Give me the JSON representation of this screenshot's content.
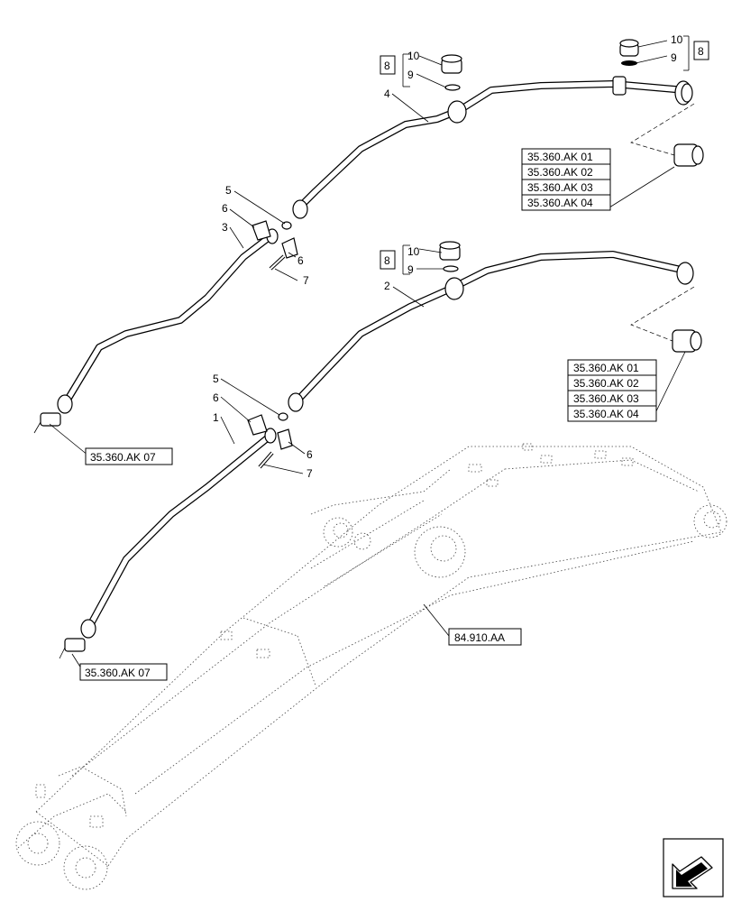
{
  "callouts": {
    "c10a": "10",
    "c9a": "9",
    "c8a": "8",
    "c4": "4",
    "c10b": "10",
    "c9b": "9",
    "c8b": "8",
    "c5a": "5",
    "c6a": "6",
    "c3": "3",
    "c6b": "6",
    "c7a": "7",
    "c10c": "10",
    "c9c": "9",
    "c8c": "8",
    "c2": "2",
    "c5b": "5",
    "c6c": "6",
    "c1": "1",
    "c6d": "6",
    "c7b": "7"
  },
  "refs": {
    "groupA": [
      "35.360.AK 01",
      "35.360.AK 02",
      "35.360.AK 03",
      "35.360.AK 04"
    ],
    "groupB": [
      "35.360.AK 01",
      "35.360.AK 02",
      "35.360.AK 03",
      "35.360.AK 04"
    ],
    "upper_ak07": "35.360.AK 07",
    "lower_ak07": "35.360.AK 07",
    "boom": "84.910.AA"
  },
  "icons": {
    "nav": "next-page-arrow-icon"
  }
}
